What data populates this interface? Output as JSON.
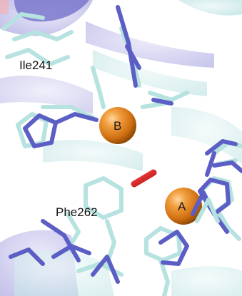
{
  "labels": {
    "residue_1": "Ile241",
    "residue_2": "Phe262",
    "metal_a": "A",
    "metal_b": "B"
  },
  "colors": {
    "background": "#ffffff",
    "ribbon_lavender": "#c9c7ee",
    "ribbon_cyan": "#d4eeee",
    "stick_blue": "#5b5ec4",
    "stick_cyan": "#b6e2e0",
    "metal_orange": "#e8891e",
    "ligand_red": "#d81c1c"
  }
}
